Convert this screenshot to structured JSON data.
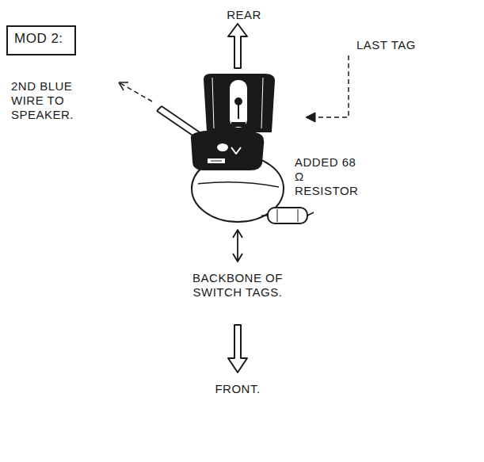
{
  "diagram": {
    "nodes": [
      {
        "text": [
          "MOD 2:"
        ]
      }
    ],
    "labels": [
      "REAR",
      "LAST TAG",
      "2ND BLUE WIRE TO SPEAKER.",
      "ADDED 68 Ω RESISTOR",
      "BACKBONE OF SWITCH TAGS.",
      "FRONT."
    ]
  }
}
